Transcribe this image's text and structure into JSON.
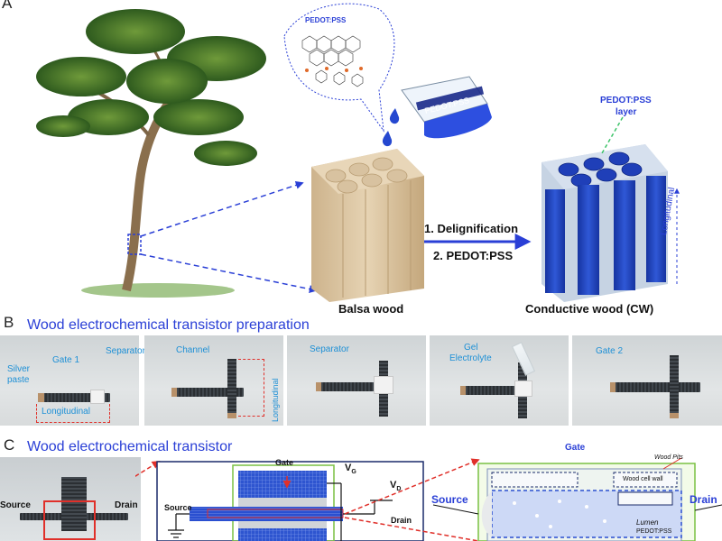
{
  "panelA": {
    "letter": "A",
    "pedot_bubble": "PEDOT:PSS",
    "beaker_label": "PEDOT:PSS",
    "balsa_label": "Balsa wood",
    "step1": "1. Delignification",
    "step2": "2. PEDOT:PSS",
    "layer_label_1": "PEDOT:PSS",
    "layer_label_2": "layer",
    "longitudinal": "Longitudinal",
    "cw_label": "Conductive wood (CW)"
  },
  "panelB": {
    "letter": "B",
    "title": "Wood electrochemical transistor preparation",
    "p1": {
      "silver1": "Silver",
      "silver2": "paste",
      "gate1": "Gate 1",
      "separator": "Separator",
      "longitudinal": "Longitudinal"
    },
    "p2": {
      "channel": "Channel",
      "longitudinal": "Longitudinal"
    },
    "p3": {
      "separator": "Separator"
    },
    "p4": {
      "gel1": "Gel",
      "gel2": "Electrolyte"
    },
    "p5": {
      "gate2": "Gate 2"
    }
  },
  "panelC": {
    "letter": "C",
    "title": "Wood electrochemical transistor",
    "photo_source": "Source",
    "photo_drain": "Drain",
    "sch_gate": "Gate",
    "sch_vg": "V",
    "sch_vg_sub": "G",
    "sch_vd": "V",
    "sch_vd_sub": "D",
    "sch_source": "Source",
    "sch_drain": "Drain",
    "zoom_gate": "Gate",
    "zoom_source": "Source",
    "zoom_drain": "Drain",
    "wood_pits": "Wood Pits",
    "wood_cell_wall": "Wood cell wall",
    "lumen": "Lumen",
    "pedot": "PEDOT:PSS"
  },
  "colors": {
    "accent_blue": "#2a3fd6",
    "label_cyan": "#1e90d6",
    "wood": "#d8c2a0",
    "cw_blue": "#1f3fb8"
  }
}
